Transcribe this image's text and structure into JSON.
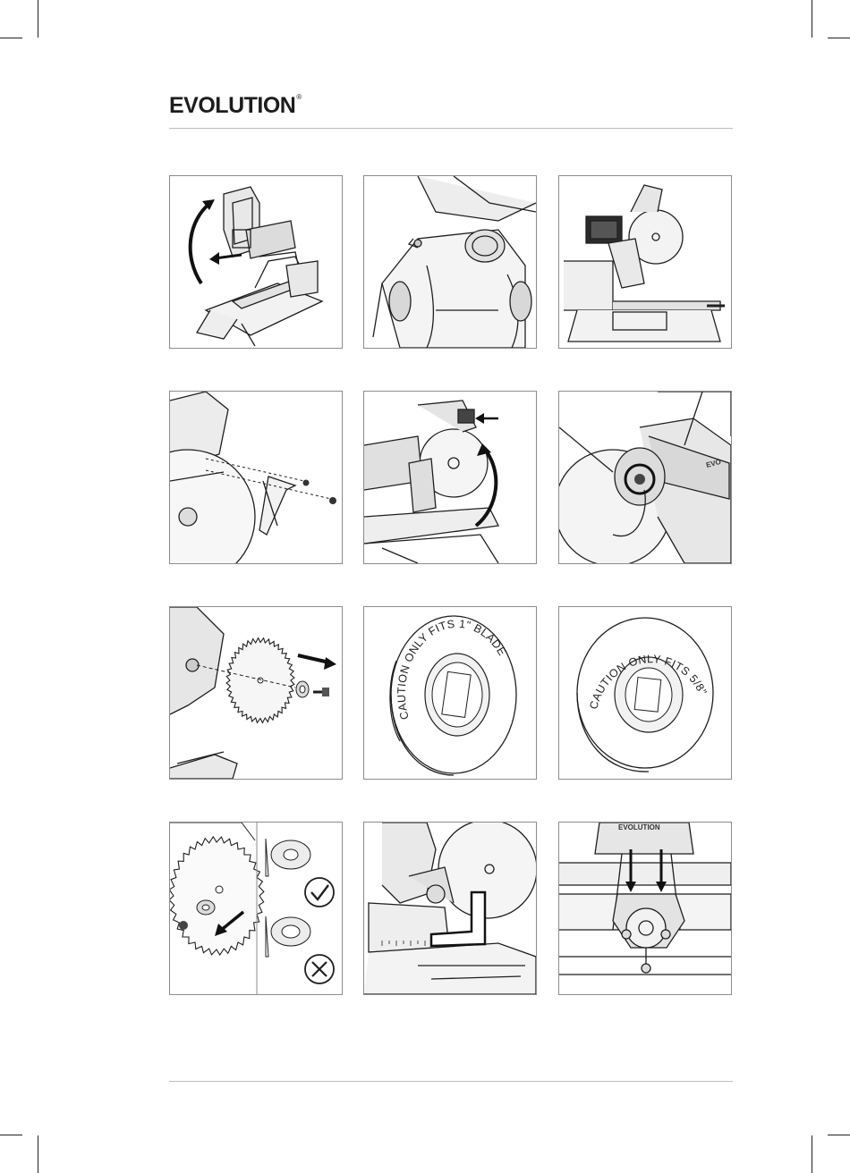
{
  "header": {
    "brand": "EVOLUTION",
    "brand_mark": "®"
  },
  "figures": [
    {
      "id": 1,
      "subject": "mitre saw lifted"
    },
    {
      "id": 2,
      "subject": "dust port"
    },
    {
      "id": 3,
      "subject": "saw side view"
    },
    {
      "id": 4,
      "subject": "guard link removal"
    },
    {
      "id": 5,
      "subject": "guard rotation"
    },
    {
      "id": 6,
      "subject": "spindle lock bolt"
    },
    {
      "id": 7,
      "subject": "blade removal"
    },
    {
      "id": 8,
      "subject": "flange 1 inch",
      "text": "CAUTION ONLY FITS 1\" BLADES"
    },
    {
      "id": 9,
      "subject": "flange 5/8 inch",
      "text": "CAUTION ONLY FITS 5/8\" BLADES"
    },
    {
      "id": 10,
      "subject": "flange orientation"
    },
    {
      "id": 11,
      "subject": "square check"
    },
    {
      "id": 12,
      "subject": "depth stop",
      "text": "EVOLUTION"
    }
  ],
  "colors": {
    "line": "#1f1f1f",
    "shade": "#e6e6e6",
    "border": "#8c8c8c"
  }
}
